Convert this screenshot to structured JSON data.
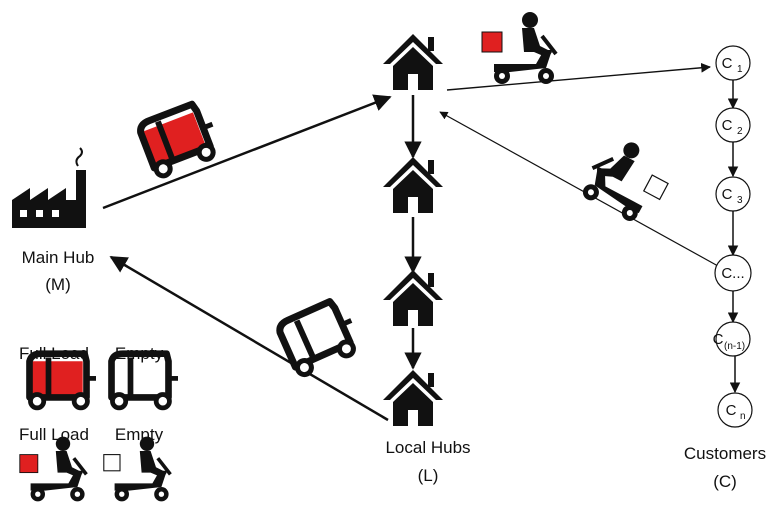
{
  "main_hub": {
    "label": "Main Hub",
    "code": "(M)"
  },
  "local_hubs": {
    "label": "Local Hubs",
    "code": "(L)"
  },
  "customers": {
    "label": "Customers",
    "code": "(C)",
    "nodes": [
      {
        "base": "C",
        "sub": "1"
      },
      {
        "base": "C",
        "sub": "2"
      },
      {
        "base": "C",
        "sub": "3"
      },
      {
        "base": "C...",
        "sub": ""
      },
      {
        "base": "C",
        "sub": "(n-1)"
      },
      {
        "base": "C",
        "sub": "n"
      }
    ]
  },
  "legend": {
    "full_load_1": "Full Load",
    "empty_1": "Empty",
    "full_load_2": "Full Load",
    "empty_2": "Empty"
  },
  "colors": {
    "load": "#e02020",
    "ink": "#111111",
    "empty_box": "#ffffff"
  }
}
